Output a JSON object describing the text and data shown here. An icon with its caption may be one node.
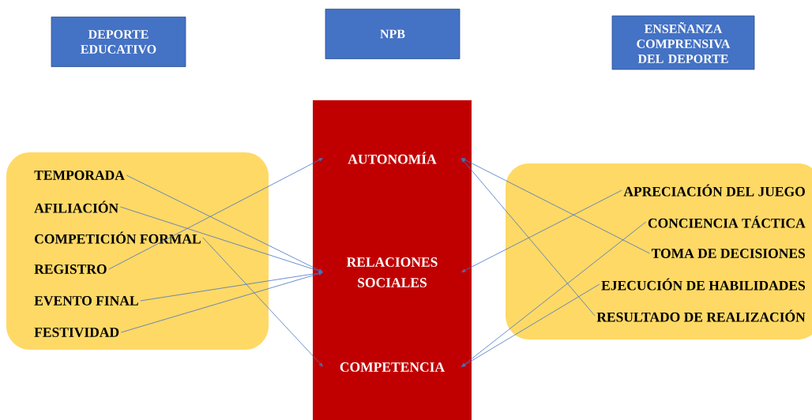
{
  "diagram": {
    "nodes": [
      {
        "text": [
          "DEPORTE EDUCATIVO"
        ]
      },
      {
        "text": [
          "NPB"
        ]
      },
      {
        "text": [
          "ENSEÑANZA COMPRENSIVA DEL DEPORTE"
        ]
      },
      {
        "text": [],
        "shape": "box"
      },
      {
        "text": [
          "TEMPORADA"
        ],
        "in": 3
      },
      {
        "text": [
          "AFILIACIÓN"
        ],
        "in": 3
      },
      {
        "text": [
          "COMPETICIÓN FORMAL"
        ],
        "in": 3
      },
      {
        "text": [
          "REGISTRO"
        ],
        "in": 3
      },
      {
        "text": [
          "EVENTO FINAL"
        ],
        "in": 3
      },
      {
        "text": [
          "FESTIVIDAD"
        ],
        "in": 3
      },
      {
        "text": [],
        "shape": "bar"
      },
      {
        "text": [
          "AUTONOMÍA"
        ],
        "in": 10
      },
      {
        "text": [
          "RELACIONES SOCIALES"
        ],
        "in": 10
      },
      {
        "text": [
          "COMPETENCIA"
        ],
        "in": 10
      },
      {
        "text": [],
        "shape": "box"
      },
      {
        "text": [
          "APRECIACIÓN DEL JUEGO"
        ],
        "in": 14
      },
      {
        "text": [
          "CONCIENCIA TÁCTICA"
        ],
        "in": 14
      },
      {
        "text": [
          "TOMA DE DECISIONES"
        ],
        "in": 14
      },
      {
        "text": [
          "EJECUCIÓN DE HABILIDADES"
        ],
        "in": 14
      },
      {
        "text": [
          "RESULTADO DE REALIZACIÓN"
        ],
        "in": 14
      }
    ],
    "edges": [
      {
        "from": 4,
        "to": 12,
        "arrow": "to"
      },
      {
        "from": 5,
        "to": 12,
        "arrow": "to"
      },
      {
        "from": 6,
        "to": 13,
        "arrow": "to"
      },
      {
        "from": 7,
        "to": 11,
        "arrow": "to"
      },
      {
        "from": 8,
        "to": 12,
        "arrow": "to"
      },
      {
        "from": 9,
        "to": 12,
        "arrow": "to"
      },
      {
        "from": 15,
        "to": 12,
        "arrow": "to"
      },
      {
        "from": 16,
        "to": 13,
        "arrow": "to"
      },
      {
        "from": 17,
        "to": 11,
        "arrow": "to"
      },
      {
        "from": 18,
        "to": 13,
        "arrow": "to"
      },
      {
        "from": 19,
        "to": 11,
        "arrow": "to"
      }
    ]
  }
}
